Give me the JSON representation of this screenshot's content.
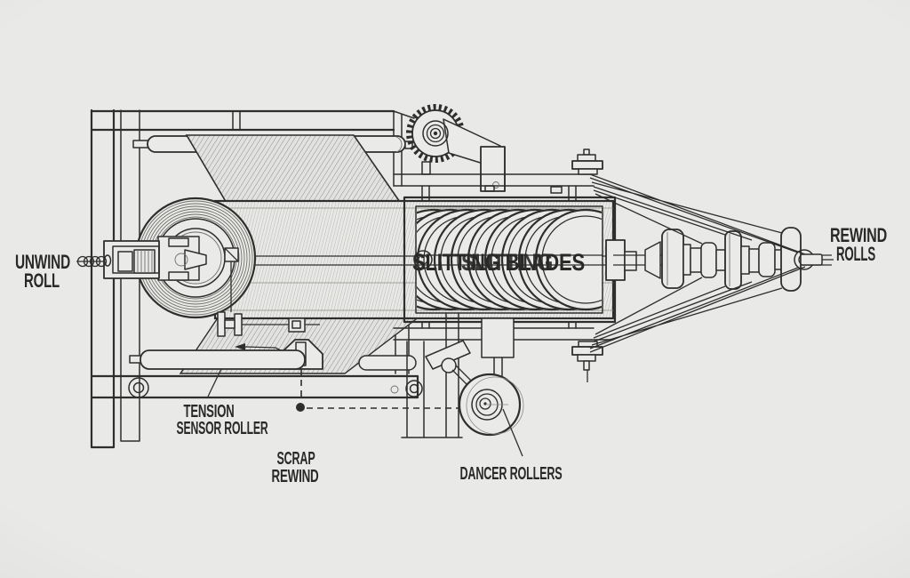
{
  "colors": {
    "background": "#e9e9e7",
    "line": "#2e2e2c",
    "hatch": "#8e8e8a"
  },
  "labels": {
    "unwind_roll": {
      "line1": "UNWIND",
      "line2": "ROLL"
    },
    "slitting_blades": {
      "text": "SLITTING BLADES",
      "overlap_text": "SLITTING"
    },
    "rewind_rolls": {
      "line1": "REWIND",
      "line2": "ROLLS"
    },
    "tension_sensor_roller": {
      "line1": "TENSION",
      "line2": "SENSOR ROLLER"
    },
    "scrap_rewind": {
      "line1": "SCRAP",
      "line2": "REWIND"
    },
    "dancer_rollers": {
      "text": "DANCER ROLLERS"
    }
  }
}
